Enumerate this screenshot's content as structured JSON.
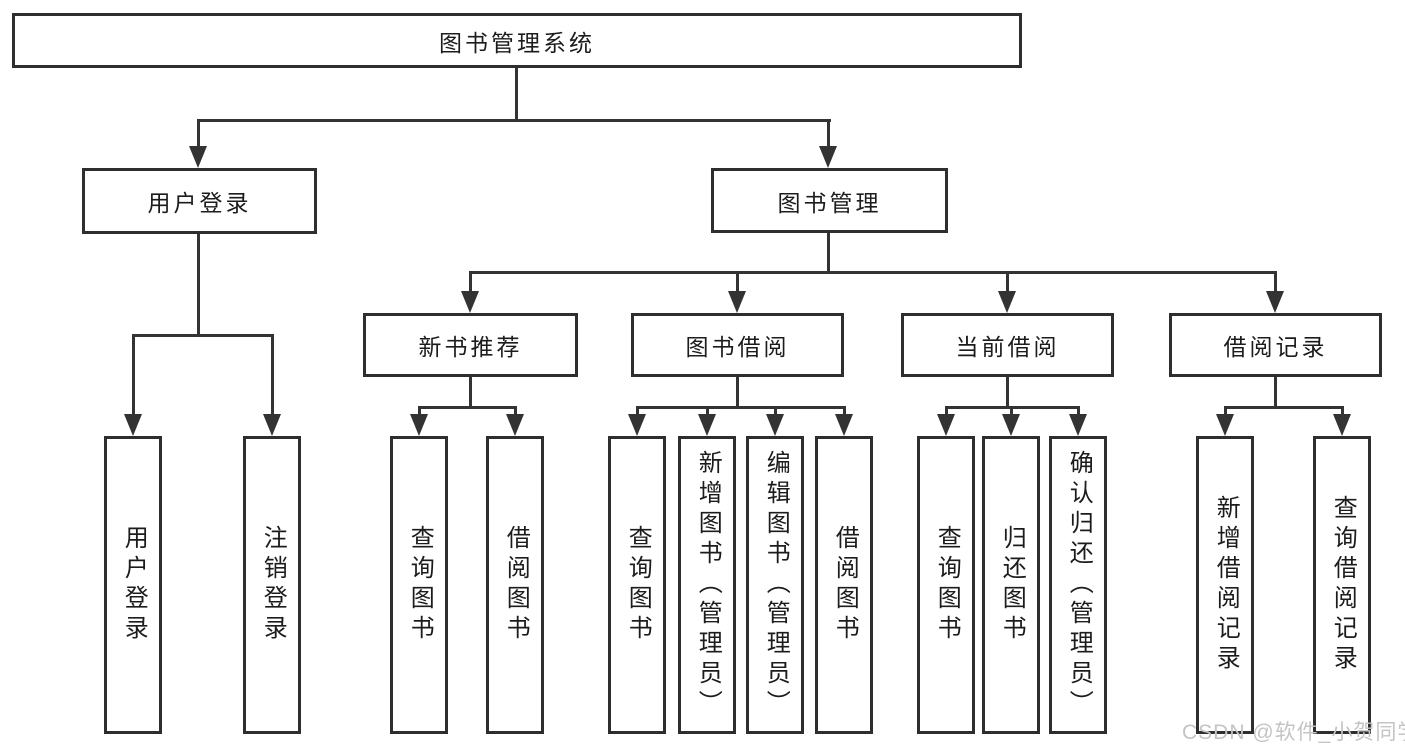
{
  "diagram": {
    "root": {
      "label": "图书管理系统"
    },
    "branches": [
      {
        "label": "用户登录",
        "leaves": [
          {
            "label": "用户登录"
          },
          {
            "label": "注销登录"
          }
        ]
      },
      {
        "label": "图书管理",
        "groups": [
          {
            "label": "新书推荐",
            "leaves": [
              {
                "label": "查询图书"
              },
              {
                "label": "借阅图书"
              }
            ]
          },
          {
            "label": "图书借阅",
            "leaves": [
              {
                "label": "查询图书"
              },
              {
                "label": "新增图书（管理员）"
              },
              {
                "label": "编辑图书（管理员）"
              },
              {
                "label": "借阅图书"
              }
            ]
          },
          {
            "label": "当前借阅",
            "leaves": [
              {
                "label": "查询图书"
              },
              {
                "label": "归还图书"
              },
              {
                "label": "确认归还（管理员）"
              }
            ]
          },
          {
            "label": "借阅记录",
            "leaves": [
              {
                "label": "新增借阅记录"
              },
              {
                "label": "查询借阅记录"
              }
            ]
          }
        ]
      }
    ]
  },
  "watermark": {
    "text": "CSDN @软件_小贺同学"
  },
  "colors": {
    "line": "#333333",
    "box_border": "#2e2e2e",
    "text": "#1c1c1c",
    "watermark": "#c4c4c4",
    "background": "#ffffff"
  }
}
